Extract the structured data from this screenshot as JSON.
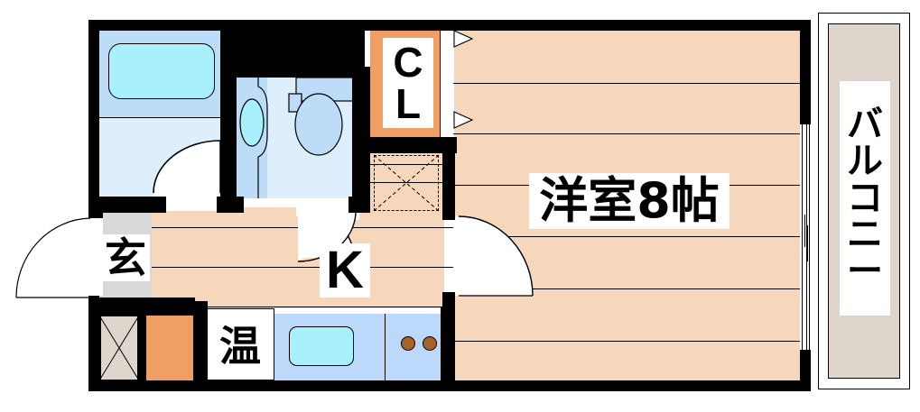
{
  "plan": {
    "type": "japanese-apartment-floor-plan",
    "layout_code": "1K",
    "rooms": [
      {
        "key": "western_room",
        "label": "洋室8帖",
        "meaning": "Western-style room 8 tatami",
        "area_jo": 8,
        "fill": "#f7d7bc"
      },
      {
        "key": "kitchen",
        "label": "K",
        "meaning": "Kitchen",
        "fill": "#f7d7bc"
      },
      {
        "key": "entrance",
        "label": "玄",
        "meaning": "Genkan / entrance",
        "fill": "#d9d9d9"
      },
      {
        "key": "closet",
        "label": "CL",
        "meaning": "Closet",
        "fill": "#ef9f63"
      },
      {
        "key": "water_heater",
        "label": "温",
        "meaning": "Water heater",
        "fill": "#ef9f63"
      },
      {
        "key": "balcony",
        "label": "バルコニー",
        "meaning": "Balcony",
        "fill": "#ded5cd"
      }
    ],
    "labels": {
      "western_room": "洋室8帖",
      "kitchen": "K",
      "entrance": "玄",
      "closet": "CL",
      "closet_c": "C",
      "closet_l": "L",
      "water_heater": "温",
      "balcony_chars": [
        "バ",
        "ル",
        "コ",
        "ニ",
        "ー"
      ],
      "balcony": "バルコニー"
    },
    "fixtures": [
      {
        "key": "bathtub",
        "name": "bathtub",
        "fill": "#a8f0fb"
      },
      {
        "key": "washbasin",
        "name": "wash-basin",
        "fill": "#a8f0fb"
      },
      {
        "key": "toilet",
        "name": "toilet",
        "fill": "#bcdcf8"
      },
      {
        "key": "kitchen-sink",
        "name": "kitchen-sink",
        "fill": "#a8f0fb"
      },
      {
        "key": "stove",
        "name": "stove-burners",
        "count": 2,
        "fill": "#a8622a"
      },
      {
        "key": "shoe-cabinet",
        "name": "shoe-cabinet",
        "fill": "#ded5cd"
      },
      {
        "key": "overhead-storage",
        "name": "overhead-storage",
        "fill": "#f7d7bc"
      },
      {
        "key": "upper-storage",
        "name": "upper-storage",
        "fill": "#ded5cd"
      }
    ],
    "colors": {
      "wall": "#000000",
      "floor": "#f7d7bc",
      "closet_orange": "#ef9f63",
      "balcony": "#ded5cd",
      "genkan": "#d9d9d9",
      "water_blue": "#bcdcf8",
      "water_cyan": "#a8f0fb",
      "kitchen_blue": "#bcd8fa",
      "burner": "#a8622a",
      "background": "#ffffff"
    },
    "openings": [
      {
        "key": "entrance-door",
        "type": "swing-door"
      },
      {
        "key": "bath-door",
        "type": "swing-door"
      },
      {
        "key": "wc-door",
        "type": "swing-door"
      },
      {
        "key": "kitchen-door",
        "type": "swing-door"
      },
      {
        "key": "room-door",
        "type": "swing-door"
      },
      {
        "key": "closet-sliding-door",
        "type": "sliding-door"
      },
      {
        "key": "balcony-window",
        "type": "sliding-window"
      }
    ]
  }
}
